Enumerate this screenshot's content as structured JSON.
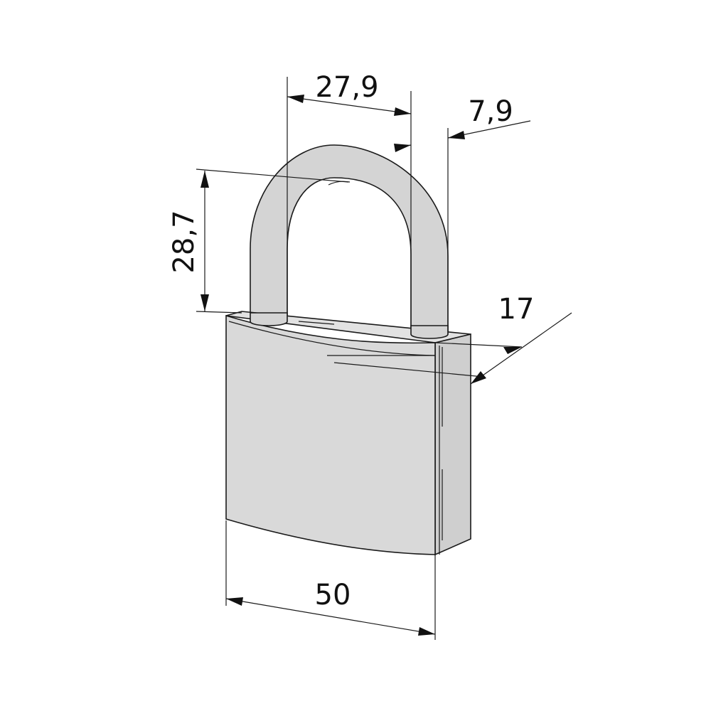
{
  "diagram": {
    "object": "padlock",
    "colors": {
      "body_front": "#d9d9d9",
      "body_top": "#e2e2e2",
      "body_side": "#cfcfcf",
      "shackle": "#d4d4d4",
      "line": "#1a1a1a",
      "background": "#ffffff"
    },
    "dimensions": {
      "shackle_inner_width": "27,9",
      "shackle_thickness": "7,9",
      "shackle_clearance": "28,7",
      "body_depth": "17",
      "body_width": "50"
    }
  }
}
